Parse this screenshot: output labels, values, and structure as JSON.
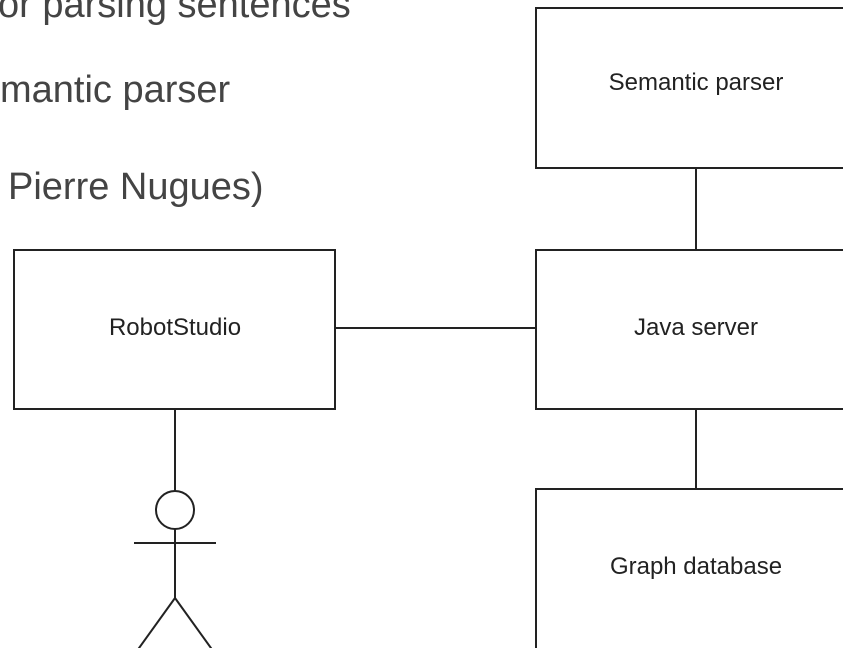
{
  "slide": {
    "text_lines": [
      "or parsing sentences",
      "mantic parser",
      "Pierre Nugues)"
    ]
  },
  "diagram": {
    "nodes": {
      "semantic_parser": "Semantic parser",
      "java_server": "Java server",
      "graph_database": "Graph database",
      "robotstudio": "RobotStudio"
    },
    "actor_icon": "user-actor-icon"
  }
}
